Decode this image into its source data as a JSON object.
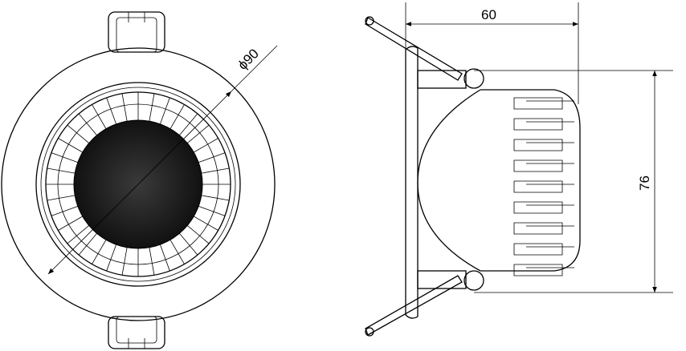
{
  "front_view": {
    "diameter_label": "ϕ90"
  },
  "side_view": {
    "depth_label": "60",
    "height_label": "76"
  }
}
